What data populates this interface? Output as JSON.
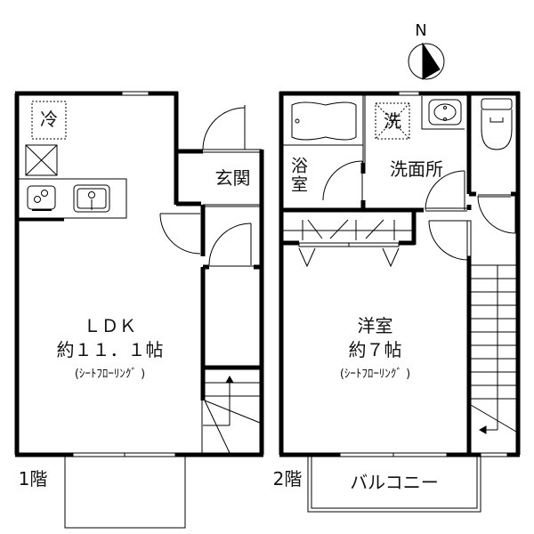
{
  "compass": {
    "label": "N"
  },
  "floor1": {
    "floor_label": "1階",
    "ldk": {
      "name": "ＬＤＫ",
      "size": "約１１．１帖",
      "floor": "(ｼｰﾄﾌﾛｰﾘﾝｸﾞ )"
    },
    "fridge": "冷",
    "entrance": "玄関"
  },
  "floor2": {
    "floor_label": "2階",
    "western_room": {
      "name": "洋室",
      "size": "約７帖",
      "floor": "(ｼｰﾄﾌﾛｰﾘﾝｸﾞ )"
    },
    "washer": "洗",
    "bathroom": "浴室",
    "washroom": "洗面所",
    "balcony": "バルコニー"
  },
  "colors": {
    "wall": "#000000",
    "line": "#333333",
    "background": "#ffffff"
  }
}
